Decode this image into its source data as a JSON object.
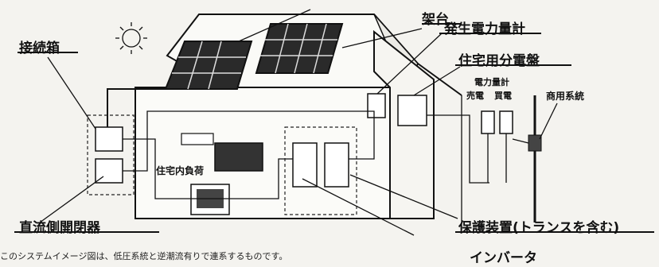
{
  "labels": {
    "rack": "架台",
    "generation_meter": "発生電力量計",
    "distribution_board": "住宅用分電盤",
    "junction_box": "接続箱",
    "power_meter": "電力量計",
    "sell_power": "売電",
    "buy_power": "買電",
    "commercial_grid": "商用系統",
    "home_load": "住宅内負荷",
    "dc_switch": "直流側開閉器",
    "protection_device": "保護装置(トランスを含む)",
    "inverter": "インバータ",
    "caption": "このシステムイメージ図は、低圧系統と逆潮流有りで連系するものです。"
  }
}
